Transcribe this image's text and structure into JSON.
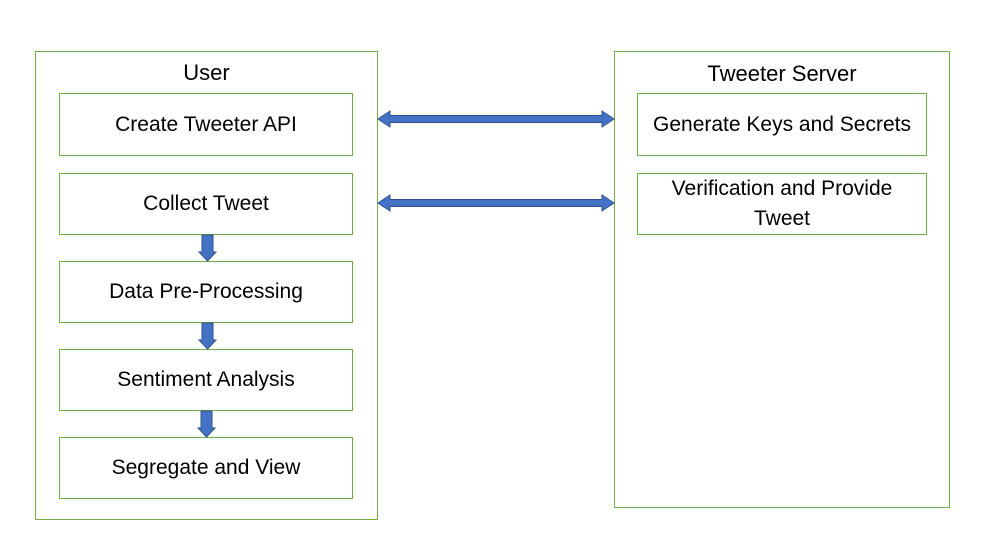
{
  "colors": {
    "border": "#70ad47",
    "arrow_fill": "#4472c4",
    "arrow_stroke": "#2f528f",
    "background": "#ffffff"
  },
  "user": {
    "title": "User",
    "steps": [
      "Create Tweeter API",
      "Collect Tweet",
      "Data Pre-Processing",
      "Sentiment Analysis",
      "Segregate and View"
    ]
  },
  "server": {
    "title": "Tweeter Server",
    "steps": [
      "Generate Keys and Secrets",
      "Verification and Provide Tweet"
    ]
  }
}
